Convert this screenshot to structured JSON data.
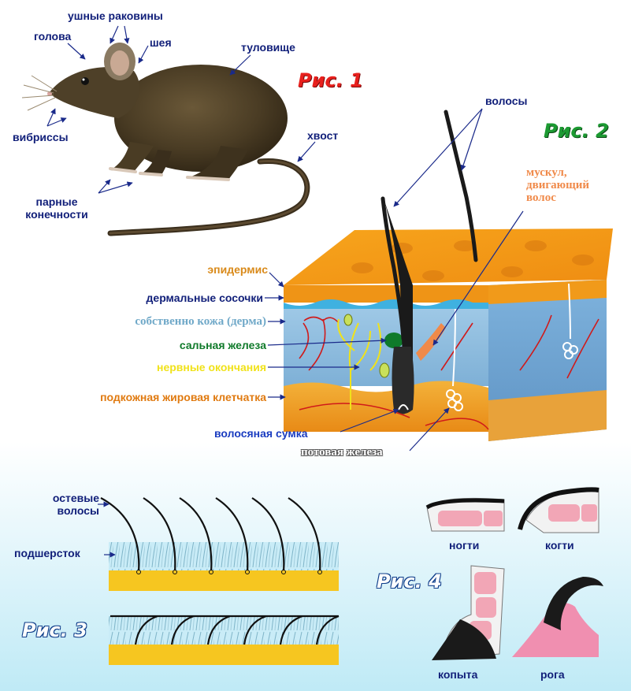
{
  "figures": {
    "fig1": "Рис. 1",
    "fig2": "Рис. 2",
    "fig3": "Рис. 3",
    "fig4": "Рис. 4"
  },
  "mouse": {
    "ears": "ушные раковины",
    "head": "голова",
    "neck": "шея",
    "torso": "туловище",
    "whiskers": "вибриссы",
    "tail": "хвост",
    "limbs": "парные конечности"
  },
  "skin": {
    "hairs": "волосы",
    "muscle": "мускул, двигающий волос",
    "epidermis": "эпидермис",
    "papillae": "дермальные сосочки",
    "dermis": "собственно кожа (дерма)",
    "sebaceous": "сальная железа",
    "nerves": "нервные окончания",
    "fat": "подкожная жировая клетчатка",
    "follicle": "волосяная сумка",
    "sweat": "потовая железа"
  },
  "fur": {
    "guard_hairs": "остевые волосы",
    "underfur": "подшерсток"
  },
  "derivatives": {
    "nails": "ногти",
    "claws": "когти",
    "hooves": "копыта",
    "horns": "рога"
  },
  "colors": {
    "label_blue": "#12207a",
    "epidermis_orange": "#d98a1a",
    "dermis_lightblue": "#6fa8c8",
    "sebaceous_green": "#0f7a2a",
    "nerve_yellow": "#f0e21a",
    "fat_orange": "#e07a10",
    "follicle_blue": "#1a3cc0",
    "muscle_orange": "#f08a4a"
  }
}
